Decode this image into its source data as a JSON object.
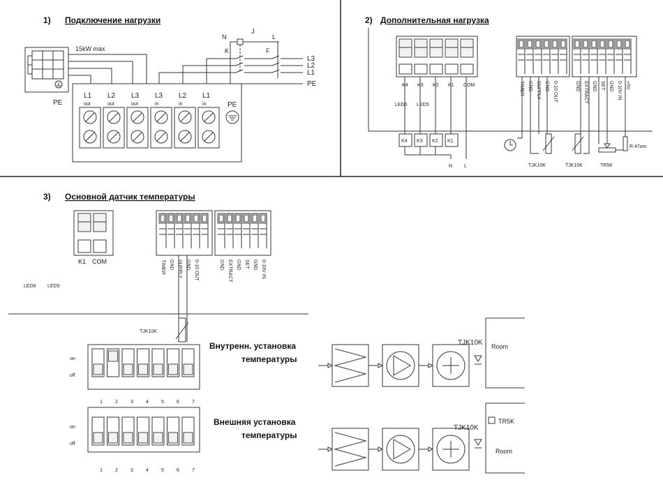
{
  "sections": {
    "s1": {
      "number": "1)",
      "title": "Подключение нагрузки"
    },
    "s2": {
      "number": "2)",
      "title": "Дополнительная нагрузка"
    },
    "s3": {
      "number": "3)",
      "title": "Основной датчик температуры"
    }
  },
  "load": {
    "max_label": "15kW max",
    "pe_left": "PE",
    "pe_right": "PE",
    "terminals": [
      {
        "name": "L1",
        "sub": "out"
      },
      {
        "name": "L2",
        "sub": "out"
      },
      {
        "name": "L3",
        "sub": "out"
      },
      {
        "name": "L3",
        "sub": "in"
      },
      {
        "name": "L2",
        "sub": "in"
      },
      {
        "name": "L1",
        "sub": "in"
      }
    ],
    "mains": [
      "L3",
      "L2",
      "L1",
      "PE"
    ],
    "switch_labels": {
      "n": "N",
      "j": "J",
      "l": "L",
      "k": "K",
      "f": "F"
    }
  },
  "extra_load": {
    "relay_labels": [
      "K4",
      "K3",
      "K2",
      "K1",
      "COM"
    ],
    "led_labels": [
      "LED6",
      "LED5"
    ],
    "relay_boxes": [
      "K4",
      "K3",
      "K2",
      "K1"
    ],
    "supply": [
      "N",
      "L"
    ],
    "terminal_labels_a": [
      "TIMER",
      "GND",
      "SUPPLY",
      "GND",
      "0-10 OUT"
    ],
    "terminal_labels_b": [
      "GND",
      "EXTRACT",
      "GND",
      "SET",
      "GND",
      "0-10V IN",
      "+5V"
    ],
    "sensor_labels": [
      "TJK10K",
      "TJK10K",
      "TR5K"
    ],
    "resistor": "R 47om"
  },
  "main_sensor": {
    "relay_labels": [
      "K1",
      "COM"
    ],
    "led_labels": [
      "LED6",
      "LED5"
    ],
    "terminal_labels_a": [
      "TIMER",
      "GND",
      "SUPPLY",
      "GND",
      "0-10 OUT"
    ],
    "terminal_labels_b": [
      "GND",
      "EXTRACT",
      "GND",
      "SET",
      "GND",
      "0-10V IN"
    ],
    "sensor": "TJK10K",
    "dip_on": "on",
    "dip_off": "off",
    "dip_numbers": [
      "1",
      "2",
      "3",
      "4",
      "5",
      "6",
      "7"
    ],
    "internal_note": [
      "Внутренн. установка",
      "температуры"
    ],
    "external_note": [
      "Внешняя установка",
      "температуры"
    ],
    "flow1": {
      "sensor": "TJK10K",
      "room": "Room"
    },
    "flow2": {
      "sensor": "TJK10K",
      "tr": "TR5K",
      "room": "Room"
    }
  }
}
